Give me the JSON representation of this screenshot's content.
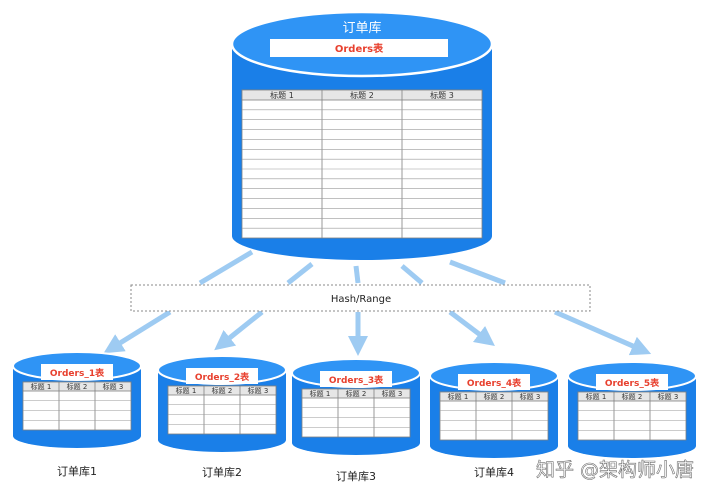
{
  "main_db": {
    "label": "订单库",
    "table_title": "Orders表",
    "columns": [
      "标题 1",
      "标题 2",
      "标题 3"
    ]
  },
  "router": {
    "label": "Hash/Range"
  },
  "shards": [
    {
      "label": "订单库1",
      "table_title": "Orders_1表",
      "columns": [
        "标题 1",
        "标题 2",
        "标题 3"
      ]
    },
    {
      "label": "订单库2",
      "table_title": "Orders_2表",
      "columns": [
        "标题 1",
        "标题 2",
        "标题 3"
      ]
    },
    {
      "label": "订单库3",
      "table_title": "Orders_3表",
      "columns": [
        "标题 1",
        "标题 2",
        "标题 3"
      ]
    },
    {
      "label": "订单库4",
      "table_title": "Orders_4表",
      "columns": [
        "标题 1",
        "标题 2",
        "标题 3"
      ]
    },
    {
      "label": "",
      "table_title": "Orders_5表",
      "columns": [
        "标题 1",
        "标题 2",
        "标题 3"
      ]
    }
  ],
  "watermark": "知乎 @架构师小唐",
  "colors": {
    "cylinder": "#1a7fe8",
    "cylinder_top": "#2f94f5",
    "rim": "#ffffff",
    "arrow": "#9ecbf2",
    "title_red": "#e8402e",
    "grid": "#808080"
  }
}
